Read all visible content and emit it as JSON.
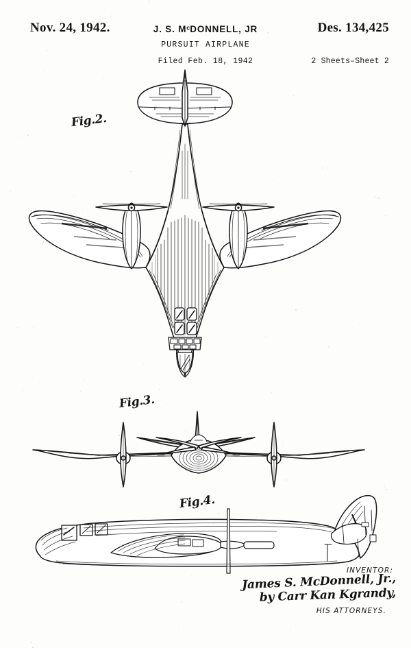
{
  "document": {
    "kind": "design-patent-drawing-sheet",
    "date": "Nov. 24, 1942.",
    "patent_number": "Des. 134,425",
    "inventor_heading": "J. S. MᶜDONNELL, JR",
    "inventor_heading_prefix": "J. S. M",
    "inventor_heading_sup": "c",
    "inventor_heading_rest": "DONNELL, JR",
    "title": "PURSUIT AIRPLANE",
    "filed": "Filed Feb. 18, 1942",
    "sheets": "2 Sheets–Sheet 2",
    "ink_color": "#141414",
    "paper_color": "#fdfdfc"
  },
  "figures": [
    {
      "id": "fig2",
      "label": "Fig.2.",
      "view": "top plan view of pursuit airplane"
    },
    {
      "id": "fig3",
      "label": "Fig.3.",
      "view": "front elevation view of pursuit airplane"
    },
    {
      "id": "fig4",
      "label": "Fig.4.",
      "view": "side elevation view of pursuit airplane"
    }
  ],
  "signature": {
    "inventor_label": "INVENTOR:",
    "inventor_name": "James S. McDonnell, Jr.,",
    "attorney_line": "by Carr Kan Kgrandy,",
    "attorneys_label": "HIS ATTORNEYS."
  }
}
